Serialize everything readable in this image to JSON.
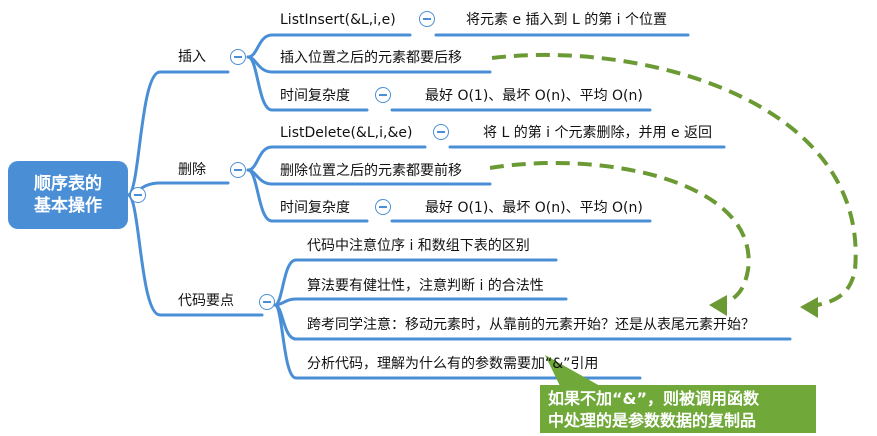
{
  "root": {
    "line1": "顺序表的",
    "line2": "基本操作"
  },
  "branches": {
    "insert": {
      "label": "插入",
      "items": {
        "func": "ListInsert(&L,i,e)",
        "func_desc": "将元素 e 插入到 L 的第 i 个位置",
        "shift": "插入位置之后的元素都要后移",
        "complexity": "时间复杂度",
        "complexity_value": "最好 O(1)、最坏 O(n)、平均 O(n)"
      }
    },
    "delete": {
      "label": "删除",
      "items": {
        "func": "ListDelete(&L,i,&e)",
        "func_desc": "将 L 的第 i 个元素删除，并用 e 返回",
        "shift": "删除位置之后的元素都要前移",
        "complexity": "时间复杂度",
        "complexity_value": "最好 O(1)、最坏 O(n)、平均 O(n)"
      }
    },
    "code": {
      "label": "代码要点",
      "items": [
        "代码中注意位序 i 和数组下表的区别",
        "算法要有健壮性，注意判断 i 的合法性",
        "跨考同学注意：移动元素时，从靠前的元素开始？还是从表尾元素开始？",
        "分析代码，理解为什么有的参数需要加“&”引用"
      ]
    }
  },
  "callout": {
    "line1": "如果不加“&”，则被调用函数",
    "line2": "中处理的是参数数据的复制品"
  },
  "colors": {
    "root": "#4a8fd6",
    "lines": "#4a8fd6",
    "arrows": "#6b9a34",
    "callout": "#70a83a"
  }
}
